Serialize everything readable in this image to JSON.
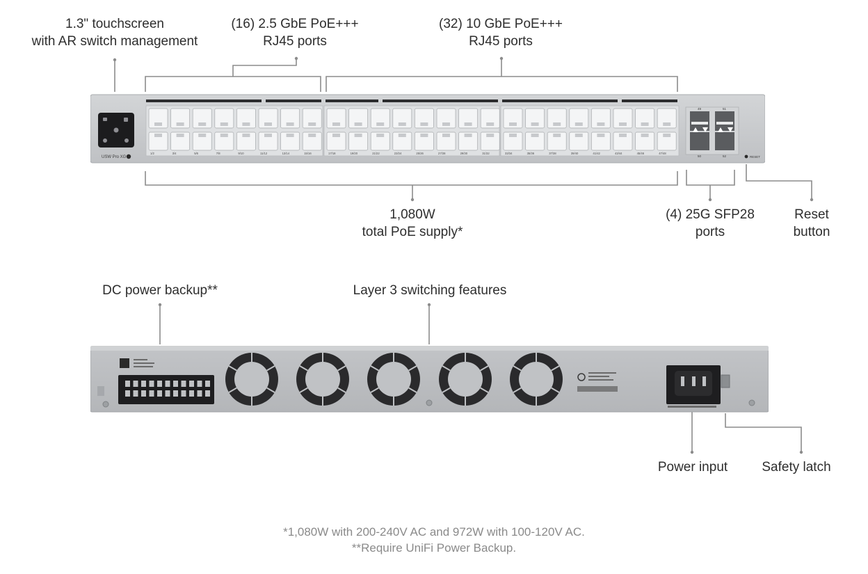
{
  "front_labels": {
    "touchscreen": [
      "1.3\" touchscreen",
      "with AR switch management"
    ],
    "ports_25g": [
      "(16) 2.5 GbE PoE+++",
      "RJ45 ports"
    ],
    "ports_10g": [
      "(32) 10 GbE PoE+++",
      "RJ45 ports"
    ],
    "poe_supply": [
      "1,080W",
      "total PoE supply*"
    ],
    "sfp": [
      "(4) 25G SFP28",
      "ports"
    ],
    "reset": [
      "Reset",
      "button"
    ]
  },
  "rear_labels": {
    "dc_backup": "DC power backup**",
    "layer3": "Layer 3 switching features",
    "power_input": "Power input",
    "safety_latch": "Safety latch"
  },
  "device_text": {
    "model": "USW Pro XG",
    "reset": "RESET",
    "port_labels": [
      "1/2",
      "3/4",
      "5/6",
      "7/8",
      "9/10",
      "11/12",
      "13/14",
      "15/16",
      "17/18",
      "19/20",
      "21/22",
      "23/24",
      "25/26",
      "27/28",
      "29/30",
      "31/32",
      "33/34",
      "35/36",
      "37/38",
      "39/40",
      "41/42",
      "43/44",
      "45/46",
      "47/48"
    ],
    "sfp_top": [
      "49",
      "51"
    ],
    "sfp_bottom": [
      "50",
      "52"
    ]
  },
  "footnotes": [
    "*1,080W with 200-240V AC and 972W with 100-120V AC.",
    "**Require UniFi Power Backup."
  ],
  "colors": {
    "chassis": "#c9cbcd",
    "chassis_edge": "#a9acaf",
    "port_block": "#dcdee0",
    "port": "#f3f4f5",
    "screen": "#1c1c1e",
    "fan": "#2a2a2c",
    "leader": "#8c8c8c"
  }
}
